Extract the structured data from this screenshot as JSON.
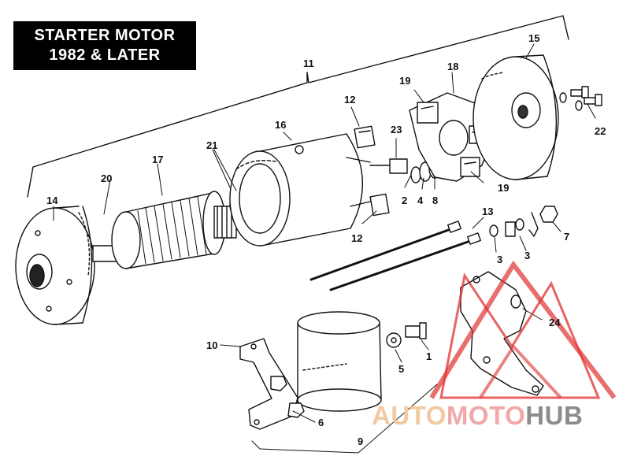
{
  "title": {
    "line1": "STARTER MOTOR",
    "line2": "1982 & LATER"
  },
  "callouts": {
    "c1": "1",
    "c2": "2",
    "c3a": "3",
    "c3b": "3",
    "c4": "4",
    "c5": "5",
    "c6": "6",
    "c7": "7",
    "c8": "8",
    "c9": "9",
    "c10": "10",
    "c11": "11",
    "c12a": "12",
    "c12b": "12",
    "c13": "13",
    "c14": "14",
    "c15": "15",
    "c16": "16",
    "c17": "17",
    "c18": "18",
    "c19a": "19",
    "c19b": "19",
    "c20": "20",
    "c21": "21",
    "c22": "22",
    "c23": "23",
    "c24": "24"
  },
  "watermark": {
    "part1": "AUTO",
    "part2": "MOTO",
    "part3": "HUB"
  },
  "colors": {
    "ink": "#111111",
    "watermark_red": "#e03030",
    "watermark_orange": "#f2c9a0",
    "watermark_gray": "#8c8c8c"
  }
}
